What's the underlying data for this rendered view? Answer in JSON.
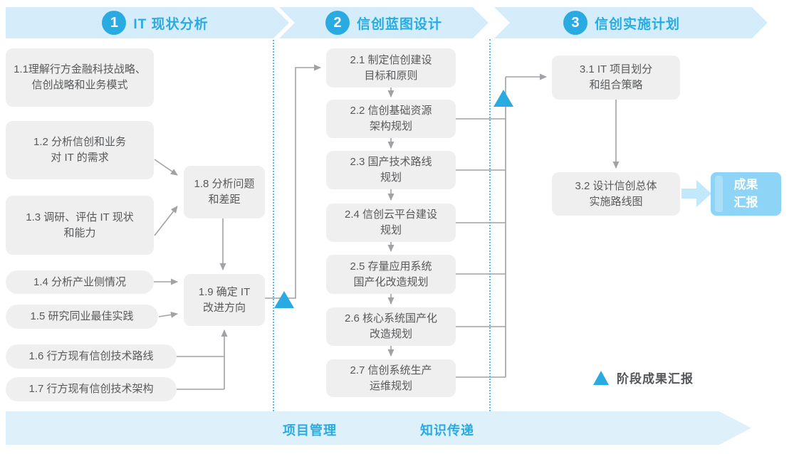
{
  "phases": [
    {
      "number": "1",
      "title": "IT 现状分析"
    },
    {
      "number": "2",
      "title": "信创蓝图设计"
    },
    {
      "number": "3",
      "title": "信创实施计划"
    }
  ],
  "boxes": {
    "b11": "1.1理解行方金融科技战略、\n信创战略和业务模式",
    "b12": "1.2 分析信创和业务\n对 IT 的需求",
    "b13": "1.3 调研、评估 IT 现状\n和能力",
    "b14": "1.4 分析产业侧情况",
    "b15": "1.5 研究同业最佳实践",
    "b16": "1.6 行方现有信创技术路线",
    "b17": "1.7 行方现有信创技术架构",
    "b18": "1.8 分析问题\n和差距",
    "b19": "1.9 确定 IT\n改进方向",
    "b21": "2.1 制定信创建设\n目标和原则",
    "b22": "2.2 信创基础资源\n架构规划",
    "b23": "2.3 国产技术路线\n规划",
    "b24": "2.4 信创云平台建设\n规划",
    "b25": "2.5 存量应用系统\n国产化改造规划",
    "b26": "2.6 核心系统国产化\n改造规划",
    "b27": "2.7 信创系统生产\n运维规划",
    "b31": "3.1 IT 项目划分\n和组合策略",
    "b32": "3.2 设计信创总体\n实施路线图"
  },
  "result": {
    "label": "成果\n汇报"
  },
  "legend": {
    "label": "阶段成果汇报"
  },
  "footer": {
    "items": [
      "项目管理",
      "知识传递"
    ]
  },
  "colors": {
    "accent": "#29abe2",
    "banner": "#d5edfa",
    "footerband": "#def1fb",
    "boxgray": "#efefef",
    "boxtext": "#58595b",
    "line": "#a0a2a5",
    "result": "#8dd4f6",
    "resultstripe": "#abdff9",
    "bigarrow": "#c1e8fb",
    "dotted": "#53bdee"
  }
}
